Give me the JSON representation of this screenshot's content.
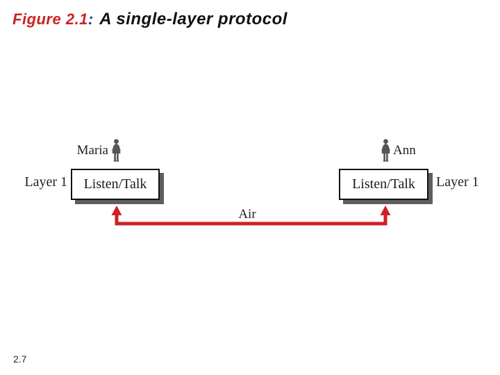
{
  "title": {
    "figure_label": "Figure 2.1",
    "separator": ":",
    "text": "A single-layer protocol"
  },
  "diagram": {
    "left_person": "Maria",
    "right_person": "Ann",
    "left_layer_label": "Layer 1",
    "right_layer_label": "Layer 1",
    "left_box_label": "Listen/Talk",
    "right_box_label": "Listen/Talk",
    "link_label": "Air"
  },
  "footer": {
    "page_number": "2.7"
  },
  "colors": {
    "figure_label_red": "#cc2222",
    "separator_blue": "#2a2a99",
    "link_red": "#ce2127",
    "box_shadow_gray": "#5e5e5e",
    "person_icon_gray": "#565656"
  }
}
